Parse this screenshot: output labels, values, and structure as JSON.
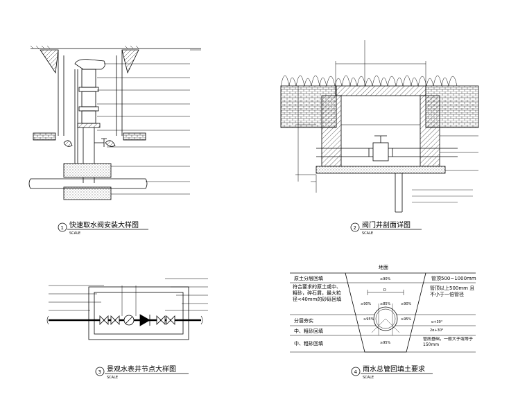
{
  "panels": [
    {
      "num": "1",
      "title": "快速取水阀安装大样图",
      "scale": "SCALE"
    },
    {
      "num": "2",
      "title": "阀门井剖面详图",
      "scale": "SCALE"
    },
    {
      "num": "3",
      "title": "景观水表井节点大样图",
      "scale": "SCALE"
    },
    {
      "num": "4",
      "title": "雨水总管回填土要求",
      "scale": "SCALE"
    }
  ],
  "panel4": {
    "top_label": "地面",
    "rows": [
      {
        "left": "原土分层回填",
        "right": "管顶500~1000mm"
      },
      {
        "left": "符合要求的原土或中、粗砂，碎石屑，最大粒径<40mm的砂砾回填",
        "right": "管顶以上500mm 且不小于一倍管径"
      },
      {
        "left": "分层夯实",
        "right": ""
      },
      {
        "left": "中、粗砂回填",
        "right": "α+30°"
      },
      {
        "left": "中、粗砂回填",
        "right": "管底基础，一般大于或等于150mm"
      }
    ],
    "compaction": [
      "≥90%",
      "≥90%",
      "≥85%",
      "≥90%",
      "≥95%",
      "≥95%",
      "≥95%"
    ],
    "dim_label": "D",
    "angle_label": "2α+30°"
  }
}
